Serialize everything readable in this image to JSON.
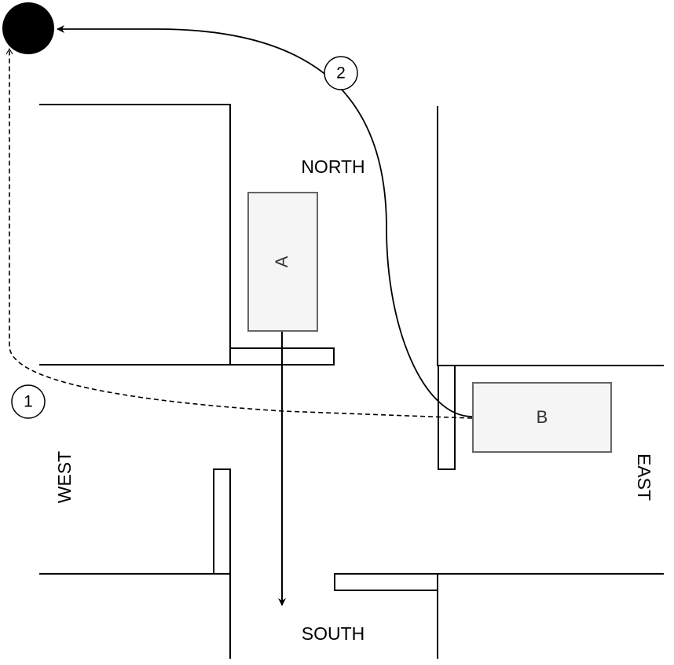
{
  "directions": {
    "north": "NORTH",
    "south": "SOUTH",
    "east": "EAST",
    "west": "WEST"
  },
  "vehicles": {
    "a": "A",
    "b": "B"
  },
  "paths": {
    "one": "1",
    "two": "2"
  },
  "colors": {
    "line": "#000000",
    "vehicle_fill": "#f5f5f5",
    "vehicle_stroke": "#666666"
  }
}
